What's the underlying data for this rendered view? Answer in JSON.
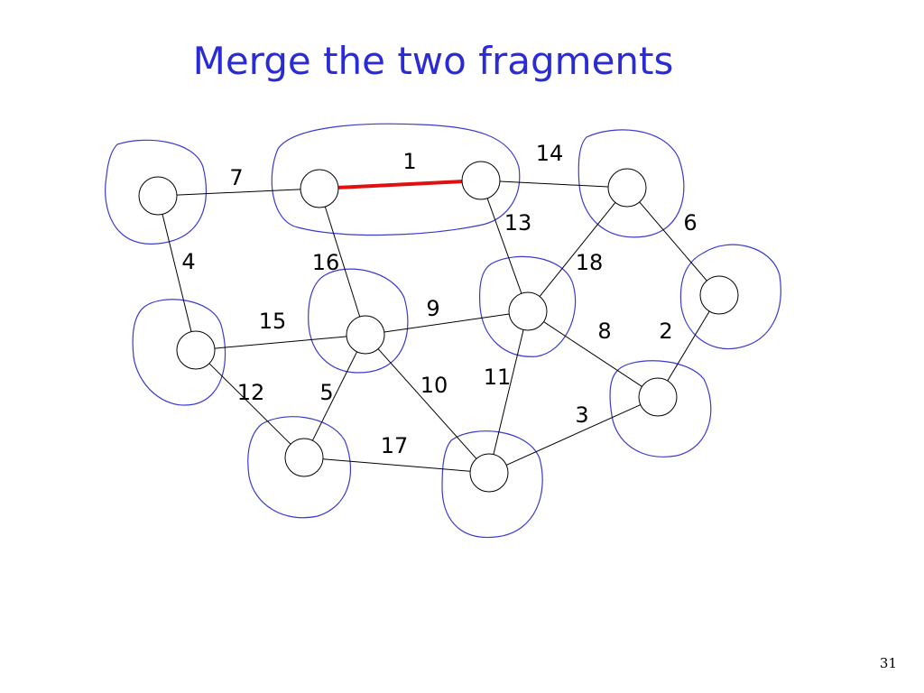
{
  "slide": {
    "title": "Merge the two fragments",
    "page_number": "31"
  },
  "colors": {
    "title": "#2b2bd6",
    "fragment_outline": "#3a3acf",
    "highlight_edge": "#e01010",
    "edge": "#000000",
    "node_fill": "#ffffff"
  },
  "graph": {
    "nodes": [
      "a",
      "b",
      "c",
      "d",
      "e",
      "f",
      "g",
      "h",
      "i",
      "j",
      "k",
      "l"
    ],
    "edges": [
      {
        "from": "a",
        "to": "b",
        "weight": "7"
      },
      {
        "from": "b",
        "to": "c",
        "weight": "1",
        "highlighted": true
      },
      {
        "from": "c",
        "to": "d",
        "weight": "14"
      },
      {
        "from": "a",
        "to": "g",
        "weight": "4"
      },
      {
        "from": "b",
        "to": "f",
        "weight": "16"
      },
      {
        "from": "c",
        "to": "e",
        "weight": "13"
      },
      {
        "from": "d",
        "to": "e",
        "weight": "18"
      },
      {
        "from": "d",
        "to": "h",
        "weight": "6"
      },
      {
        "from": "f",
        "to": "e",
        "weight": "9"
      },
      {
        "from": "g",
        "to": "f",
        "weight": "15"
      },
      {
        "from": "e",
        "to": "k",
        "weight": "8"
      },
      {
        "from": "h",
        "to": "k",
        "weight": "2"
      },
      {
        "from": "g",
        "to": "i",
        "weight": "12"
      },
      {
        "from": "f",
        "to": "i",
        "weight": "5"
      },
      {
        "from": "f",
        "to": "j",
        "weight": "10"
      },
      {
        "from": "e",
        "to": "j",
        "weight": "11"
      },
      {
        "from": "k",
        "to": "j",
        "weight": "3"
      },
      {
        "from": "i",
        "to": "j",
        "weight": "17"
      }
    ]
  }
}
